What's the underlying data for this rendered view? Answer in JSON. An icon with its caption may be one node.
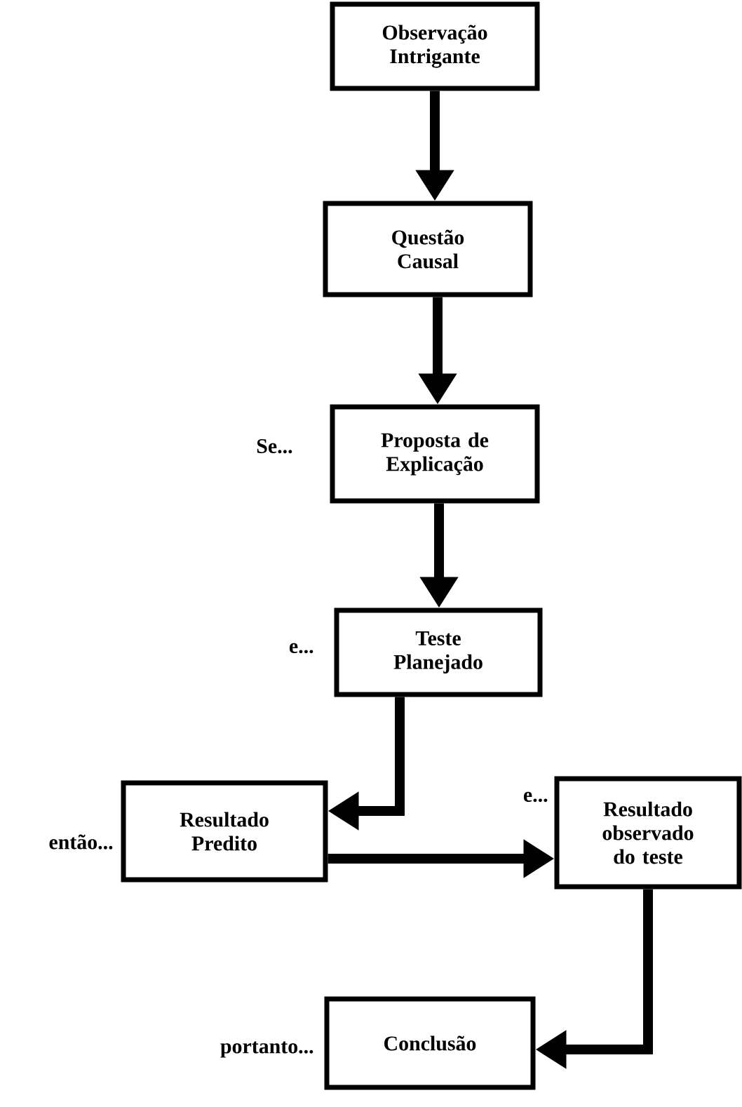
{
  "diagram": {
    "nodes": [
      {
        "text": [
          "Observação Intrigante"
        ]
      },
      {
        "text": [
          "Questão Causal"
        ]
      },
      {
        "text": [
          "Proposta de Explicação"
        ],
        "beside": [
          "Se..."
        ]
      },
      {
        "text": [
          "Teste Planejado"
        ],
        "beside": [
          "e..."
        ]
      },
      {
        "text": [
          "Resultado Predito"
        ],
        "beside": [
          "então..."
        ]
      },
      {
        "text": [
          "Resultado observado do teste"
        ],
        "beside": [
          "e..."
        ]
      },
      {
        "text": [
          "Conclusão"
        ],
        "beside": [
          "portanto..."
        ]
      }
    ],
    "edges": [
      {
        "from": 0,
        "to": 1,
        "arrow": "to"
      },
      {
        "from": 1,
        "to": 2,
        "arrow": "to"
      },
      {
        "from": 2,
        "to": 3,
        "arrow": "to"
      },
      {
        "from": 3,
        "to": 4,
        "arrow": "to"
      },
      {
        "from": 4,
        "to": 5,
        "arrow": "to"
      },
      {
        "from": 5,
        "to": 6,
        "arrow": "to"
      }
    ]
  }
}
